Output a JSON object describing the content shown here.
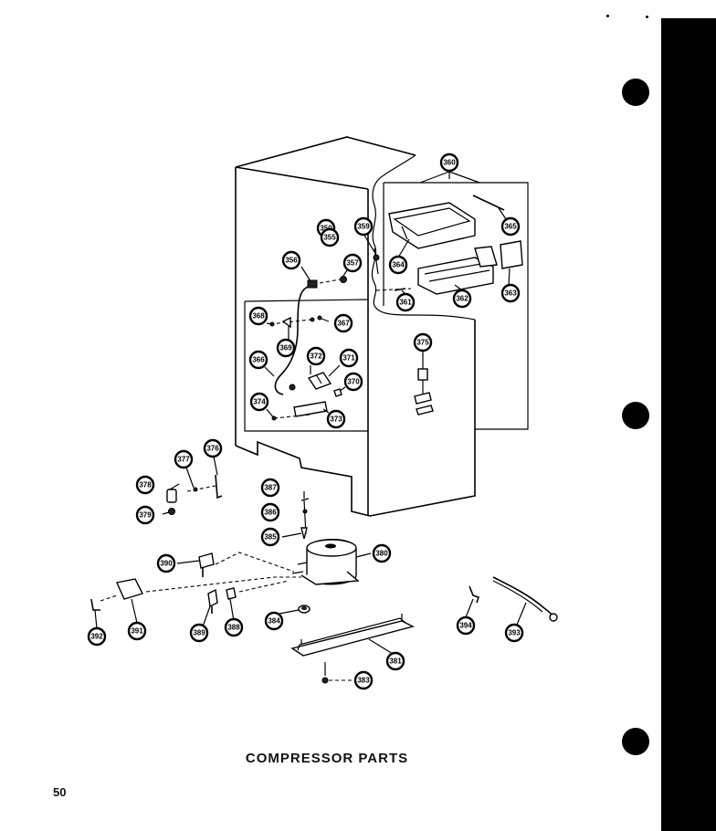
{
  "caption": "COMPRESSOR PARTS",
  "page_number": "50",
  "callouts": [
    {
      "id": "c360",
      "label": "360"
    },
    {
      "id": "c350",
      "label": "350"
    },
    {
      "id": "c359",
      "label": "359"
    },
    {
      "id": "c355",
      "label": "355"
    },
    {
      "id": "c356",
      "label": "356"
    },
    {
      "id": "c357",
      "label": "357"
    },
    {
      "id": "c364",
      "label": "364"
    },
    {
      "id": "c365",
      "label": "365"
    },
    {
      "id": "c361",
      "label": "361"
    },
    {
      "id": "c362",
      "label": "362"
    },
    {
      "id": "c363",
      "label": "363"
    },
    {
      "id": "c368",
      "label": "368"
    },
    {
      "id": "c367",
      "label": "367"
    },
    {
      "id": "c369",
      "label": "369"
    },
    {
      "id": "c366",
      "label": "366"
    },
    {
      "id": "c372",
      "label": "372"
    },
    {
      "id": "c371",
      "label": "371"
    },
    {
      "id": "c370",
      "label": "370"
    },
    {
      "id": "c374",
      "label": "374"
    },
    {
      "id": "c373",
      "label": "373"
    },
    {
      "id": "c375",
      "label": "375"
    },
    {
      "id": "c377",
      "label": "377"
    },
    {
      "id": "c376",
      "label": "376"
    },
    {
      "id": "c378",
      "label": "378"
    },
    {
      "id": "c379",
      "label": "379"
    },
    {
      "id": "c387",
      "label": "387"
    },
    {
      "id": "c386",
      "label": "386"
    },
    {
      "id": "c385",
      "label": "385"
    },
    {
      "id": "c380",
      "label": "380"
    },
    {
      "id": "c390",
      "label": "390"
    },
    {
      "id": "c391",
      "label": "391"
    },
    {
      "id": "c392",
      "label": "392"
    },
    {
      "id": "c389",
      "label": "389"
    },
    {
      "id": "c388",
      "label": "388"
    },
    {
      "id": "c384",
      "label": "384"
    },
    {
      "id": "c381",
      "label": "381"
    },
    {
      "id": "c383",
      "label": "383"
    },
    {
      "id": "c394",
      "label": "394"
    },
    {
      "id": "c393",
      "label": "393"
    }
  ]
}
